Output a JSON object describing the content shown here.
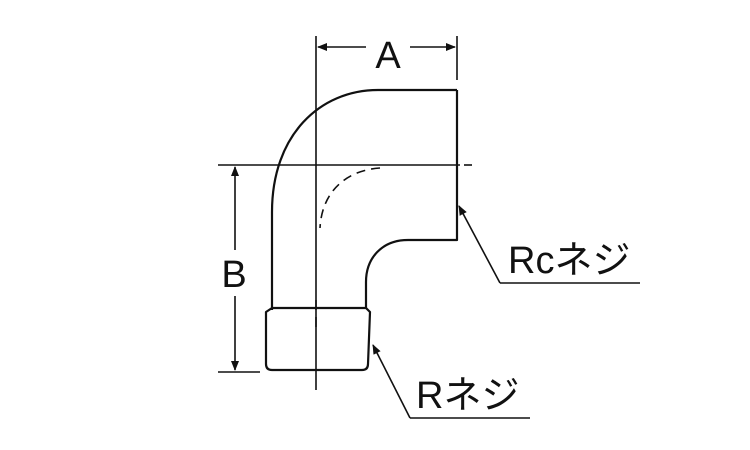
{
  "diagram": {
    "dimension_a": "A",
    "dimension_b": "B",
    "female_thread_label": "Rcネジ",
    "male_thread_label": "Rネジ",
    "line_color": "#111111",
    "background": "#ffffff"
  }
}
